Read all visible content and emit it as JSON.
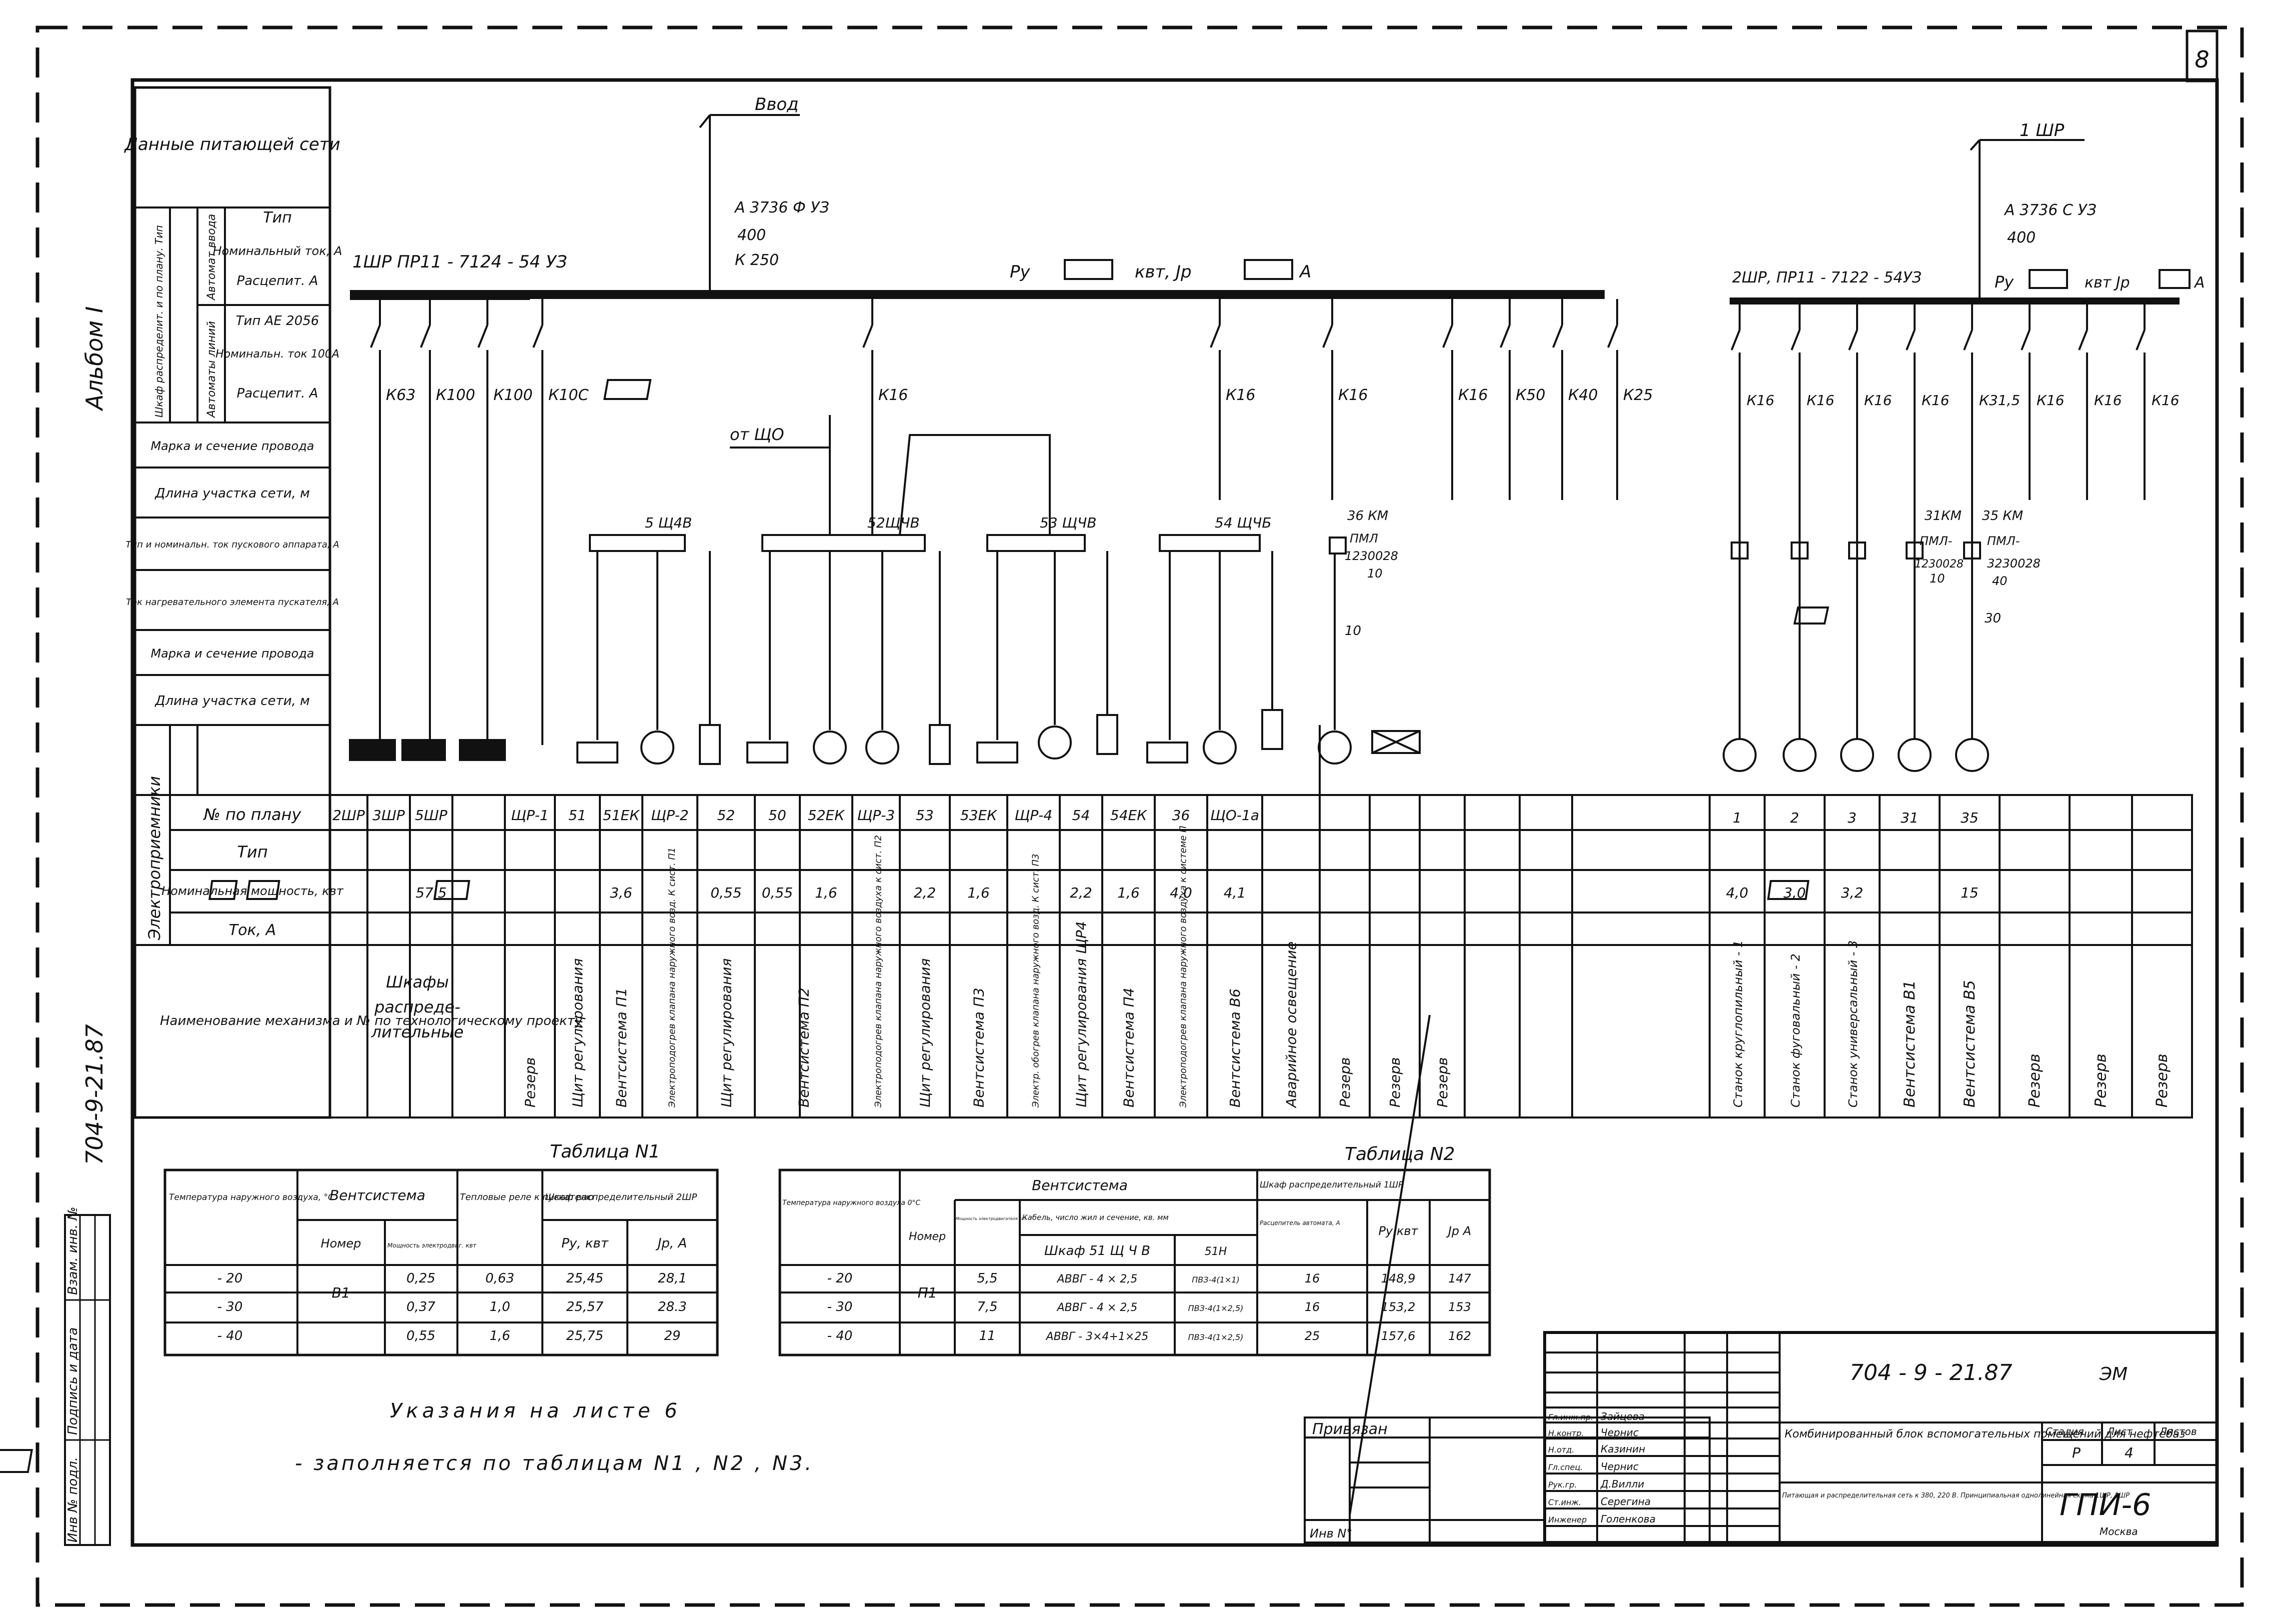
{
  "sheet": {
    "page_number": "8",
    "side_label": "Альбом I",
    "side_code": "704-9-21.87",
    "side_stamp": [
      "Инв № подл.",
      "Подпись и дата",
      "Взам. инв. №"
    ]
  },
  "left_legend": {
    "rows": [
      "Данные питающей сети",
      "Тип",
      "Номинальный ток, А",
      "Расцепит. А",
      "Тип АЕ 2056",
      "Номинальн. ток 100А",
      "Расцепит. А",
      "Марка и сечение провода",
      "Длина участка сети, м",
      "Тип и номинальн. ток пускового аппарата, А",
      "Ток нагревательного элемента пускателя, А",
      "Марка и сечение провода",
      "Длина участка сети, м"
    ],
    "vertical_groups": [
      "Шкаф распределит. и по плану. Тип",
      "Автомат ввода",
      "Автоматы линий"
    ],
    "receivers_group": "Электроприемники",
    "receivers_rows": [
      "№ по плану",
      "Тип",
      "Номинальная мощность, квт",
      "Ток, А"
    ],
    "name_header": "Наименование механизма и № по технологическому проекту"
  },
  "panel1": {
    "input_label": "Ввод",
    "breaker": "А 3736 Ф УЗ",
    "rating": "400",
    "release": "К 250",
    "bus_label": "1ШР  ПР11 - 7124 - 54 УЗ",
    "ru_label": "Ру",
    "kvt_label": "квт, Jр",
    "a_label": "А",
    "feeders": [
      "К63",
      "К100",
      "К100",
      "К10С",
      "К16",
      "К16",
      "К16",
      "К16",
      "К50",
      "К40",
      "К25"
    ],
    "from_label": "от ЩО",
    "boards": [
      "5 Щ4В",
      "52ЩЧВ",
      "53 ЩЧВ",
      "54 ЩЧБ"
    ],
    "starter_a": "36 КМ",
    "starter_b": "ПМЛ",
    "starter_c": "1230028",
    "starter_d": "10",
    "starter_e": "10",
    "plan_numbers": [
      "2ШР",
      "3ШР",
      "5ШР",
      "",
      "ЩР-1",
      "51",
      "51ЕК",
      "ЩР-2",
      "52",
      "50",
      "52ЕК",
      "ЩР-3",
      "53",
      "53ЕК",
      "ЩР-4",
      "54",
      "54ЕК",
      "36",
      "ЩО-1а",
      "",
      ""
    ],
    "powers": [
      "",
      "",
      "57,5",
      "",
      "",
      "",
      "3,6",
      "",
      "0,55",
      "0,55",
      "1,6",
      "",
      "2,2",
      "1,6",
      "",
      "2,2",
      "1,6",
      "4,0",
      "4,1",
      "",
      ""
    ],
    "names": [
      "Шкафы распределительные",
      "Резерв",
      "Щит регулирования",
      "Вентсистема П1",
      "Электроподогрев клапана наружного возд. К сист. П1",
      "Щит регулирования",
      "Вентсистема П2",
      "Электроподогрев клапана наружного воздуха к сист. П2",
      "Щит регулирования",
      "Вентсистема П3",
      "Электр. обогрев клапана наружного возд. К сист. П3",
      "Щит регулирования ЩР4",
      "Вентсистема П4",
      "Электроподогрев клапана наружного воздуха к системе П",
      "Вентсистема В6",
      "Аварийное освещение",
      "Резерв",
      "Резерв",
      "Резерв"
    ]
  },
  "panel2": {
    "input_label": "1 ШР",
    "breaker": "А 3736 С УЗ",
    "rating": "400",
    "bus_label": "2ШР, ПР11 - 7122 - 54УЗ",
    "ru_label": "Ру",
    "kvt_label": "квт Jр",
    "a_label": "А",
    "feeders": [
      "К16",
      "К16",
      "К16",
      "К16",
      "К31,5",
      "К16",
      "К16",
      "К16"
    ],
    "starter1": "31КМ",
    "starter1b": "ПМЛ-",
    "starter1c": "1230028",
    "starter1d": "10",
    "starter2": "35 КМ",
    "starter2b": "ПМЛ-",
    "starter2c": "3230028",
    "starter2d": "40",
    "starter2e": "30",
    "plan_numbers": [
      "1",
      "2",
      "3",
      "31",
      "35",
      "",
      "",
      ""
    ],
    "powers": [
      "4,0",
      "3,0",
      "3,2",
      "",
      "15",
      "",
      "",
      ""
    ],
    "names": [
      "Станок круглопильный - 1",
      "Станок фуговальный - 2",
      "Станок универсальный - 3",
      "Вентсистема В1",
      "Вентсистема В5",
      "Резерв",
      "Резерв",
      "Резерв"
    ]
  },
  "table1": {
    "title": "Таблица N1",
    "headers": {
      "temp": "Температура наружного воздуха, °С",
      "vent": "Вентсистема",
      "relay": "Тепловые реле к пускателю",
      "cabinet": "Шкаф распределительный 2ШР",
      "num": "Номер",
      "motor_power": "Мощность электродвиг. квт",
      "ru": "Ру, квт",
      "jr": "Jр, А"
    },
    "rows": [
      {
        "t": "- 20",
        "num": "В1",
        "p": "0,25",
        "relay": "0,63",
        "ru": "25,45",
        "jr": "28,1"
      },
      {
        "t": "- 30",
        "num": "",
        "p": "0,37",
        "relay": "1,0",
        "ru": "25,57",
        "jr": "28.3"
      },
      {
        "t": "- 40",
        "num": "",
        "p": "0,55",
        "relay": "1,6",
        "ru": "25,75",
        "jr": "29"
      }
    ]
  },
  "table2": {
    "title": "Таблица N2",
    "headers": {
      "temp": "Температура наружного воздуха 0°С",
      "vent": "Вентсистема",
      "cabinet": "Шкаф распределительный 1ШР",
      "num": "Номер",
      "motor_power": "Мощность электродвигателя квт",
      "cable": "Кабель, число жил и сечение, кв. мм",
      "cab_a": "Шкаф 51 Щ Ч В",
      "cab_b": "51Н",
      "release": "Расцепитель автомата, А",
      "ru": "Ру квт",
      "jr": "Jр А"
    },
    "rows": [
      {
        "t": "- 20",
        "num": "П1",
        "p": "5,5",
        "cable": "АВВГ - 4 × 2,5",
        "wire": "ПВЗ-4(1×1)",
        "rel": "16",
        "ru": "148,9",
        "jr": "147"
      },
      {
        "t": "- 30",
        "num": "",
        "p": "7,5",
        "cable": "АВВГ - 4 × 2,5",
        "wire": "ПВЗ-4(1×2,5)",
        "rel": "16",
        "ru": "153,2",
        "jr": "153"
      },
      {
        "t": "- 40",
        "num": "",
        "p": "11",
        "cable": "АВВГ - 3×4+1×25",
        "wire": "ПВЗ-4(1×2,5)",
        "rel": "25",
        "ru": "157,6",
        "jr": "162"
      }
    ]
  },
  "notes": {
    "instructions": "Указания на листе 6",
    "fill_note": "- заполняется по таблицам N1 , N2 , N3."
  },
  "title_block": {
    "attached": "Привязан",
    "inv": "Инв N°",
    "code": "704 - 9 - 21.87",
    "sheet_mark": "ЭМ",
    "roles": [
      "Гл.инж.пр.",
      "Н.контр.",
      "Н.отд.",
      "Гл.спец.",
      "Рук.гр.",
      "Ст.инж.",
      "Инженер"
    ],
    "names": [
      "Зайцева",
      "Чернис",
      "Казинин",
      "Чернис",
      "Д.Вилли",
      "Серегина",
      "Голенкова"
    ],
    "object_title": "Комбинированный блок вспомогательных помещений для нефтебаз",
    "stage_label": "Стадия",
    "sheet_label": "Лист",
    "sheets_label": "Листов",
    "stage": "Р",
    "sheet": "4",
    "sheets": "",
    "drawing_title": "Питающая и распределительная сеть к 380, 220 В. Принципиальная однолинейная схема 1ШР, 2ШР",
    "org": "ГПИ-6",
    "city": "Москва"
  }
}
